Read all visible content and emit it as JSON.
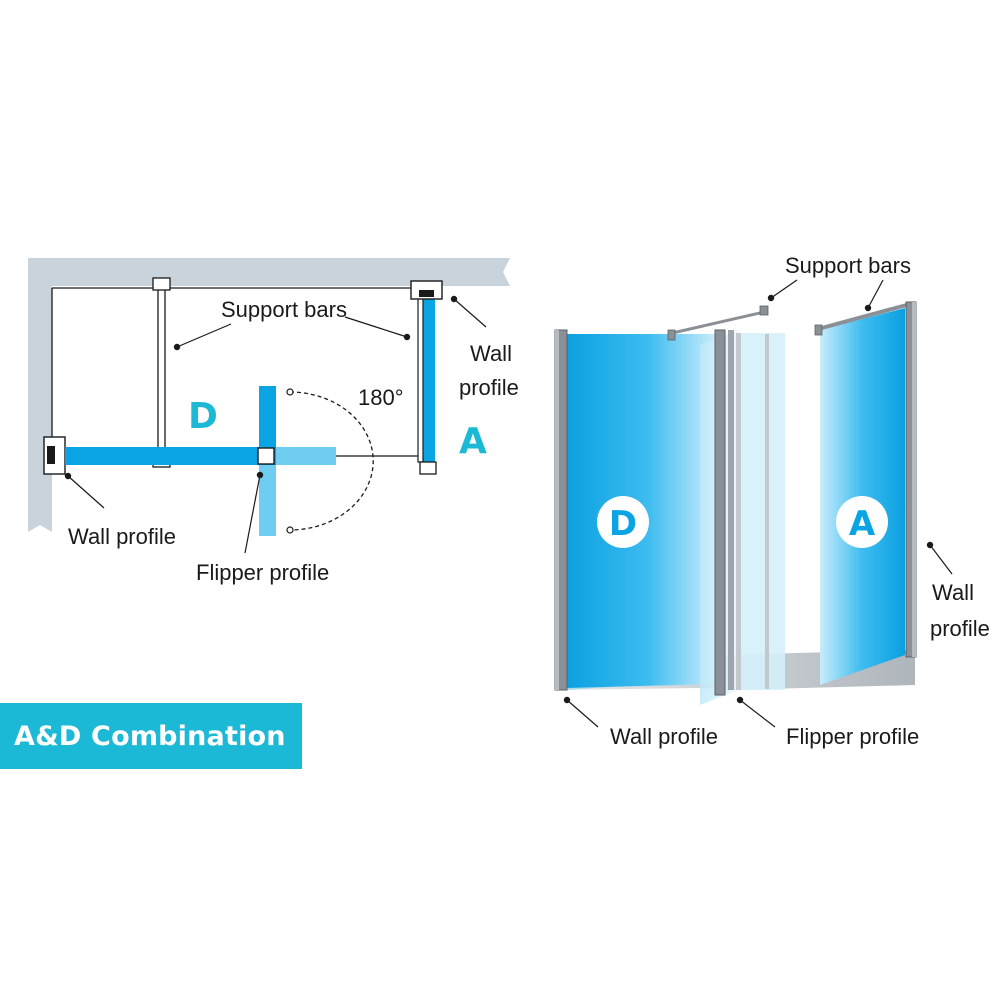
{
  "plan": {
    "label_d": "D",
    "label_a": "A",
    "angle": "180°",
    "support_bars": "Support bars",
    "wall_profile_right_line1": "Wall",
    "wall_profile_right_line2": "profile",
    "wall_profile_left": "Wall profile",
    "flipper_profile": "Flipper profile"
  },
  "view3d": {
    "label_d": "D",
    "label_a": "A",
    "support_bars": "Support bars",
    "wall_profile_right_line1": "Wall",
    "wall_profile_right_line2": "profile",
    "wall_profile_bottom": "Wall profile",
    "flipper_profile": "Flipper profile"
  },
  "badge": {
    "title": "A&D Combination"
  },
  "colors": {
    "glass": "#0aa4e4",
    "glass_light": "#6fcdf2",
    "accent": "#1cb9d6",
    "wall": "#c9d3dc",
    "profile": "#8a9096"
  }
}
